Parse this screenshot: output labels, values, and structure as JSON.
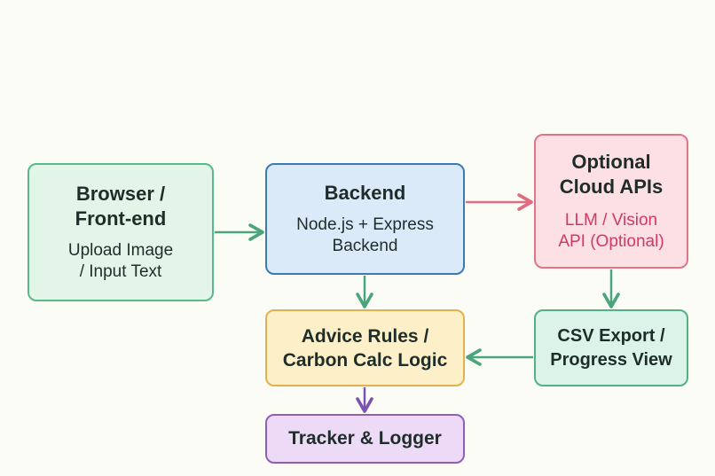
{
  "colors": {
    "green_arrow": "#4aa57c",
    "red_arrow": "#e06a80",
    "purple_arrow": "#7b52ad"
  },
  "nodes": {
    "browser": {
      "title": "Browser /\nFront-end",
      "subtitle": "Upload Image\n/ Input Text"
    },
    "backend": {
      "title": "Backend",
      "subtitle": "Node.js + Express\nBackend"
    },
    "cloud": {
      "title": "Optional\nCloud APIs",
      "subtitle": "LLM / Vision\nAPI (Optional)"
    },
    "advice": {
      "title": "Advice Rules /\nCarbon Calc Logic"
    },
    "csv": {
      "title": "CSV Export /\nProgress View"
    },
    "tracker": {
      "title": "Tracker & Logger"
    }
  },
  "edges": [
    {
      "from": "browser",
      "to": "backend",
      "color": "green_arrow"
    },
    {
      "from": "backend",
      "to": "cloud",
      "color": "red_arrow"
    },
    {
      "from": "backend",
      "to": "advice",
      "color": "green_arrow"
    },
    {
      "from": "cloud",
      "to": "csv",
      "color": "green_arrow"
    },
    {
      "from": "csv",
      "to": "advice",
      "color": "green_arrow"
    },
    {
      "from": "advice",
      "to": "tracker",
      "color": "purple_arrow"
    }
  ]
}
